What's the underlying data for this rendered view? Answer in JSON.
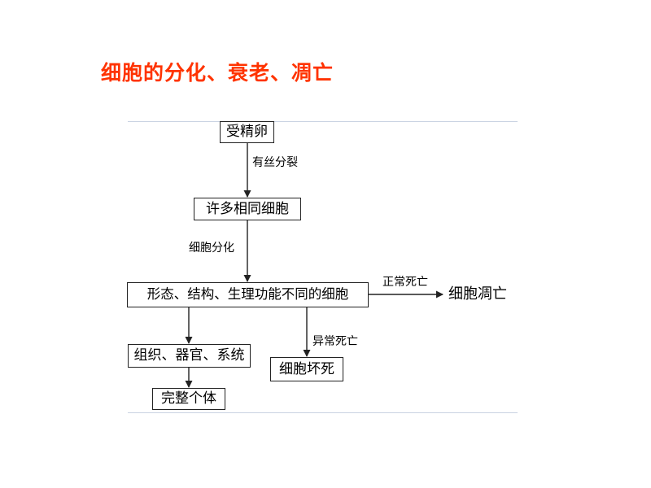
{
  "slide": {
    "title": "细胞的分化、衰老、凋亡"
  },
  "diagram": {
    "nodes": {
      "zygote": "受精卵",
      "same_cells": "许多相同细胞",
      "different_cells": "形态、结构、生理功能不同的细胞",
      "tissues": "组织、器官、系统",
      "individual": "完整个体",
      "necrosis": "细胞坏死",
      "apoptosis": "细胞凋亡"
    },
    "edges": {
      "mitosis": "有丝分裂",
      "differentiation": "细胞分化",
      "normal_death": "正常死亡",
      "abnormal_death": "异常死亡"
    }
  },
  "colors": {
    "title": "#ff3300",
    "rule": "#c9d3e2",
    "line": "#222222"
  }
}
